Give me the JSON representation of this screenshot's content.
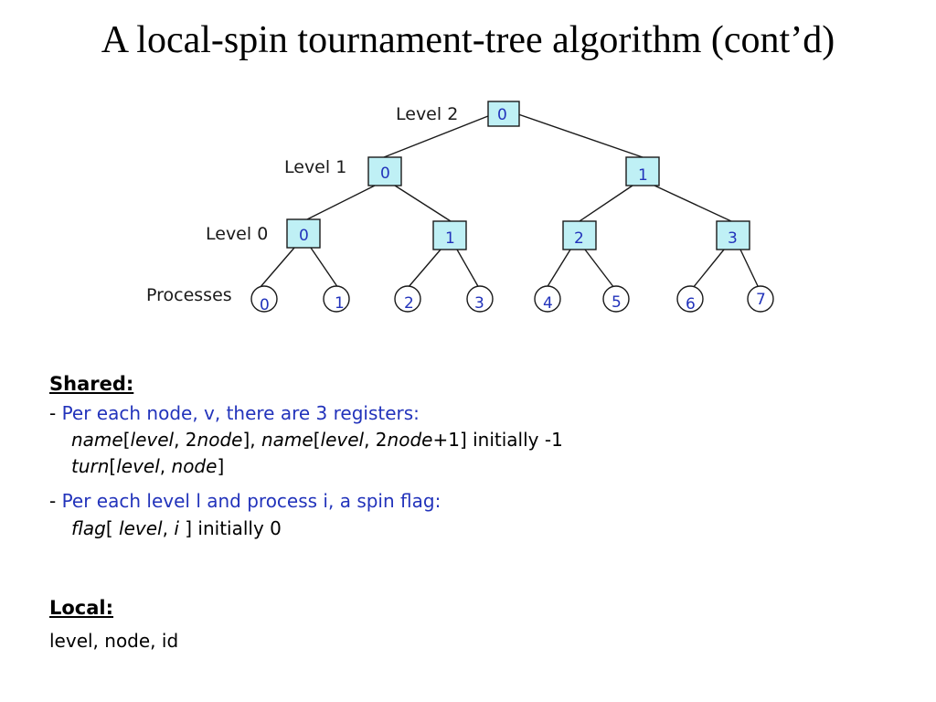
{
  "title": "A local-spin tournament-tree algorithm (cont’d)",
  "tree": {
    "level_labels": [
      "Level 2",
      "Level 1",
      "Level 0",
      "Processes"
    ],
    "level2_nodes": [
      "0"
    ],
    "level1_nodes": [
      "0",
      "1"
    ],
    "level0_nodes": [
      "0",
      "1",
      "2",
      "3"
    ],
    "processes": [
      "0",
      "1",
      "2",
      "3",
      "4",
      "5",
      "6",
      "7"
    ]
  },
  "shared": {
    "heading": "Shared:",
    "item1_dash": "- ",
    "item1_text": "Per each node, v, there are 3 registers:",
    "reg_name_a": "name",
    "reg_lb1": "[",
    "reg_level_a": "level",
    "reg_sep_a": ", 2",
    "reg_node_a": "node",
    "reg_rb1": "], ",
    "reg_name_b": "name",
    "reg_lb2": "[",
    "reg_level_b": "level",
    "reg_sep_b": ", 2",
    "reg_node_b": "node",
    "reg_tail_b": "+1] initially -1",
    "reg_turn": "turn",
    "reg_lb3": "[",
    "reg_level_c": "level",
    "reg_sep_c": ", ",
    "reg_node_c": "node",
    "reg_rb3": "]",
    "item2_dash": "- ",
    "item2_text": "Per each level l and process i, a spin flag:",
    "flag_name": "flag",
    "flag_lb": "[ ",
    "flag_level": "level",
    "flag_sep": ", ",
    "flag_i": "i",
    "flag_tail": " ] initially 0"
  },
  "local": {
    "heading": "Local:",
    "vars": "level, node, id"
  }
}
